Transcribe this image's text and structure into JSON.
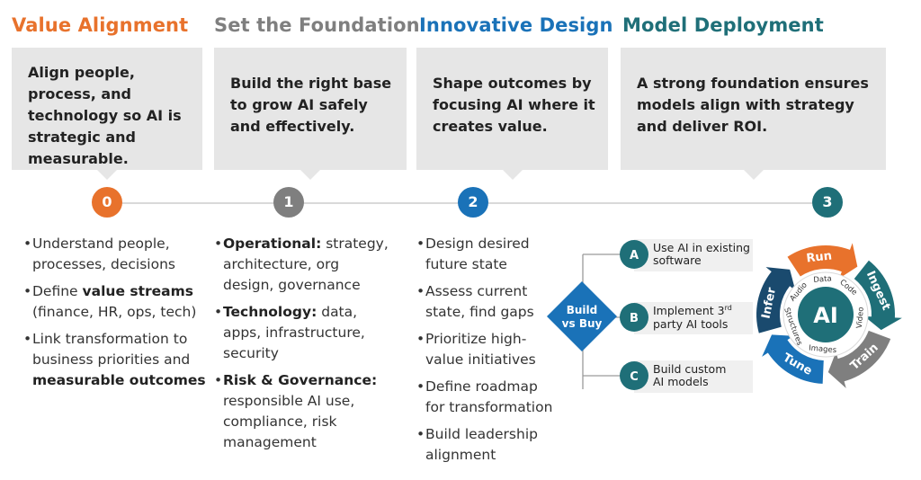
{
  "phases": [
    {
      "title": "Value Alignment",
      "color": "#e8722c",
      "step": "0",
      "description": "Align people, process, and technology so AI is strategic and measurable."
    },
    {
      "title": "Set the Foundation",
      "color": "#7f7f7f",
      "step": "1",
      "description": "Build the right base to grow AI safely and effectively."
    },
    {
      "title": "Innovative Design",
      "color": "#1a72b8",
      "step": "2",
      "description": "Shape outcomes by focusing AI where it creates value."
    },
    {
      "title": "Model Deployment",
      "color": "#1f6f78",
      "step": "3",
      "description": "A strong foundation ensures models align with strategy and deliver ROI."
    }
  ],
  "bullets": {
    "value_alignment": [
      {
        "text": "Understand people, processes, decisions"
      },
      {
        "pre": "Define ",
        "bold": "value streams",
        "post": " (finance, HR, ops, tech)"
      },
      {
        "pre": "Link transformation to business priorities and ",
        "bold": "measurable outcomes",
        "post": ""
      }
    ],
    "foundation": [
      {
        "bold": "Operational:",
        "text": " strategy, architecture, org design, governance"
      },
      {
        "bold": "Technology:",
        "text": " data, apps, infrastructure, security"
      },
      {
        "bold": "Risk & Governance:",
        "text": " responsible AI use, compliance, risk management"
      }
    ],
    "design": [
      "Design desired future state",
      "Assess current state, find gaps",
      "Prioritize high-value initiatives",
      "Define roadmap for transformation",
      "Build leadership alignment"
    ]
  },
  "build_vs_buy": {
    "line1": "Build",
    "line2": "vs Buy",
    "color": "#1a72b8",
    "options": [
      {
        "letter": "A",
        "line1": "Use AI in existing",
        "line2": "software",
        "sup": ""
      },
      {
        "letter": "B",
        "line1": "Implement 3",
        "sup": "rd",
        "line2": "party AI tools"
      },
      {
        "letter": "C",
        "line1": "Build custom",
        "line2": "AI models",
        "sup": ""
      }
    ],
    "option_color": "#1f6f78"
  },
  "cycle": {
    "center": "AI",
    "stages": [
      {
        "label": "Ingest",
        "color": "#1f6f78"
      },
      {
        "label": "Train",
        "color": "#7f7f7f"
      },
      {
        "label": "Tune",
        "color": "#1a72b8"
      },
      {
        "label": "Infer",
        "color": "#1a4a6e"
      },
      {
        "label": "Run",
        "color": "#e8722c"
      }
    ],
    "ring_words": [
      "Audio",
      "Data",
      "Code",
      "Video",
      "Images",
      "Structures"
    ]
  }
}
